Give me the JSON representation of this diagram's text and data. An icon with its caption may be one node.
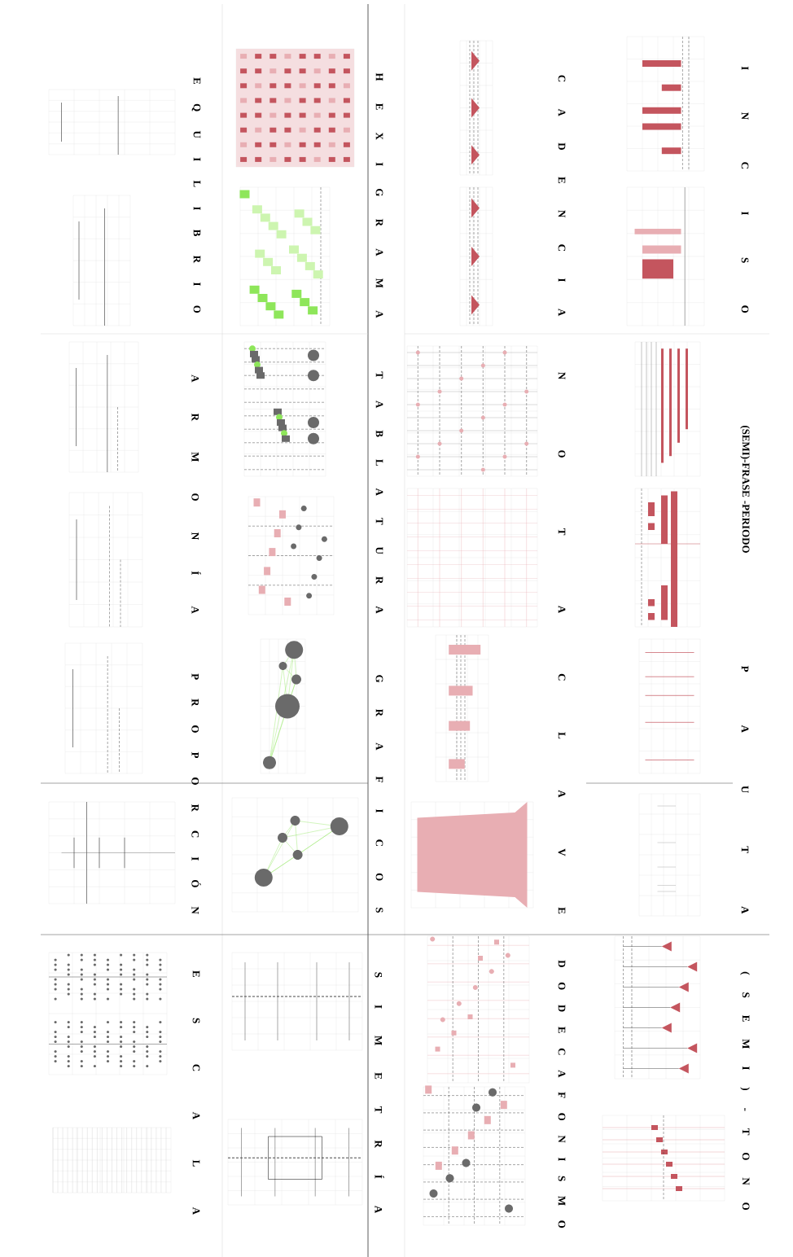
{
  "diagram": {
    "labels": [
      "I N C I S O",
      "(SEMI)-FRASE -PERIODO",
      "P A U T A",
      "( S E M I ) - T O N O",
      "C A D E N C I A",
      "N O T A",
      "C L A V E",
      "D O D E C A F O N I S M O",
      "H E X I G R A M A",
      "T A B L A T U R A",
      "G R A F I C O S",
      "S I M E T R Í A",
      "E Q U I L I B R I O",
      "A R M O N Í A",
      "P R O P O R C I Ó N",
      "E S C A L A"
    ]
  }
}
